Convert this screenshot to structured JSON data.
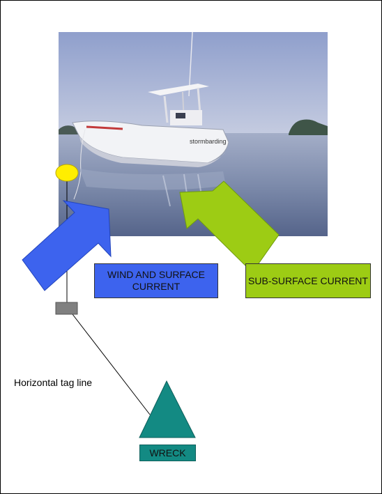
{
  "labels": {
    "wind_current": "WIND AND SURFACE CURRENT",
    "subsurface_current": "SUB-SURFACE CURRENT",
    "tag_line": "Horizontal tag line",
    "wreck": "WRECK"
  },
  "boat": {
    "hull_text": "stormbarding"
  },
  "colors": {
    "wind_arrow": "#3d63ee",
    "subsurface_arrow": "#9dcc14",
    "buoy": "#ffee00",
    "weight": "#808080",
    "wreck": "#138a83",
    "sky": "#a9b6d6",
    "water": "#6c7fa0"
  }
}
